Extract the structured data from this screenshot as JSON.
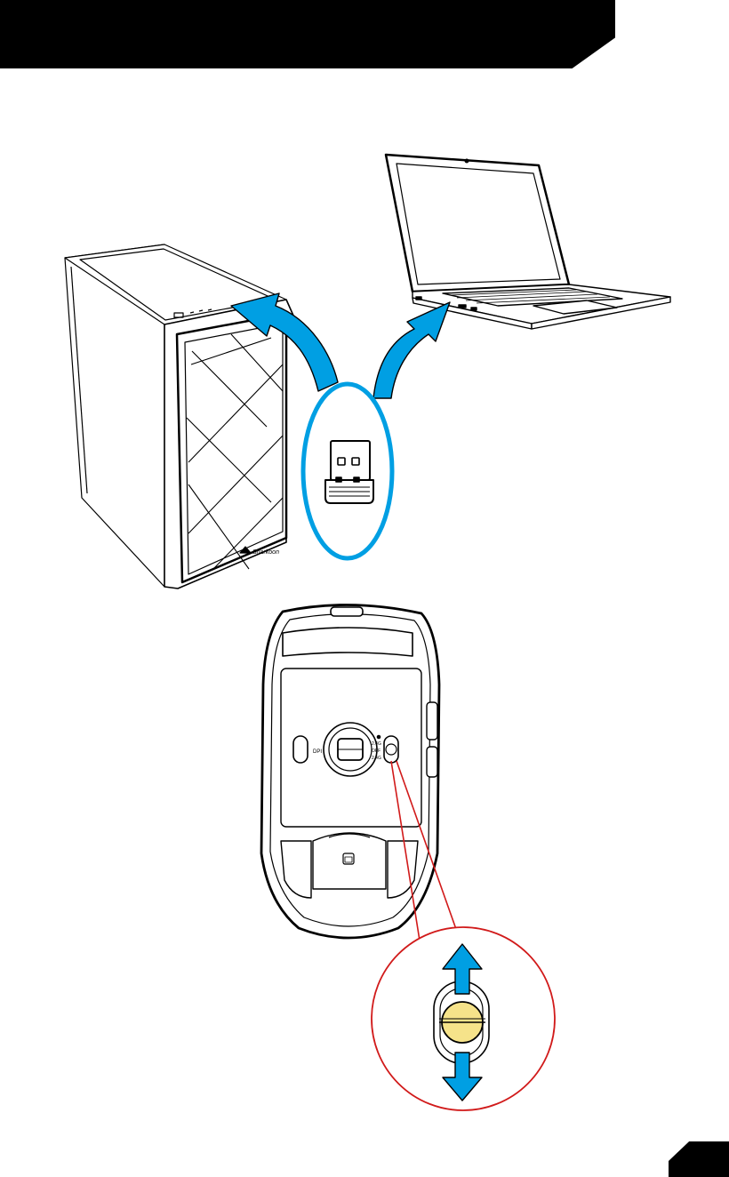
{
  "header": {
    "title": ""
  },
  "mouse_switch": {
    "labels": [
      "2.4G",
      "OFF",
      "2.4G"
    ],
    "dpi_label": "DPI"
  },
  "pc_case": {
    "brand_text": "Sharkoon"
  },
  "page": {
    "number": ""
  },
  "colors": {
    "accent_blue": "#009fe3",
    "switch_yellow": "#f6e38a",
    "callout_red": "#d11a1a",
    "ink": "#000000"
  },
  "icons": [
    "pc-tower-icon",
    "laptop-icon",
    "usb-dongle-icon",
    "mouse-bottom-icon",
    "slide-switch-icon",
    "up-arrow-icon",
    "down-arrow-icon"
  ]
}
